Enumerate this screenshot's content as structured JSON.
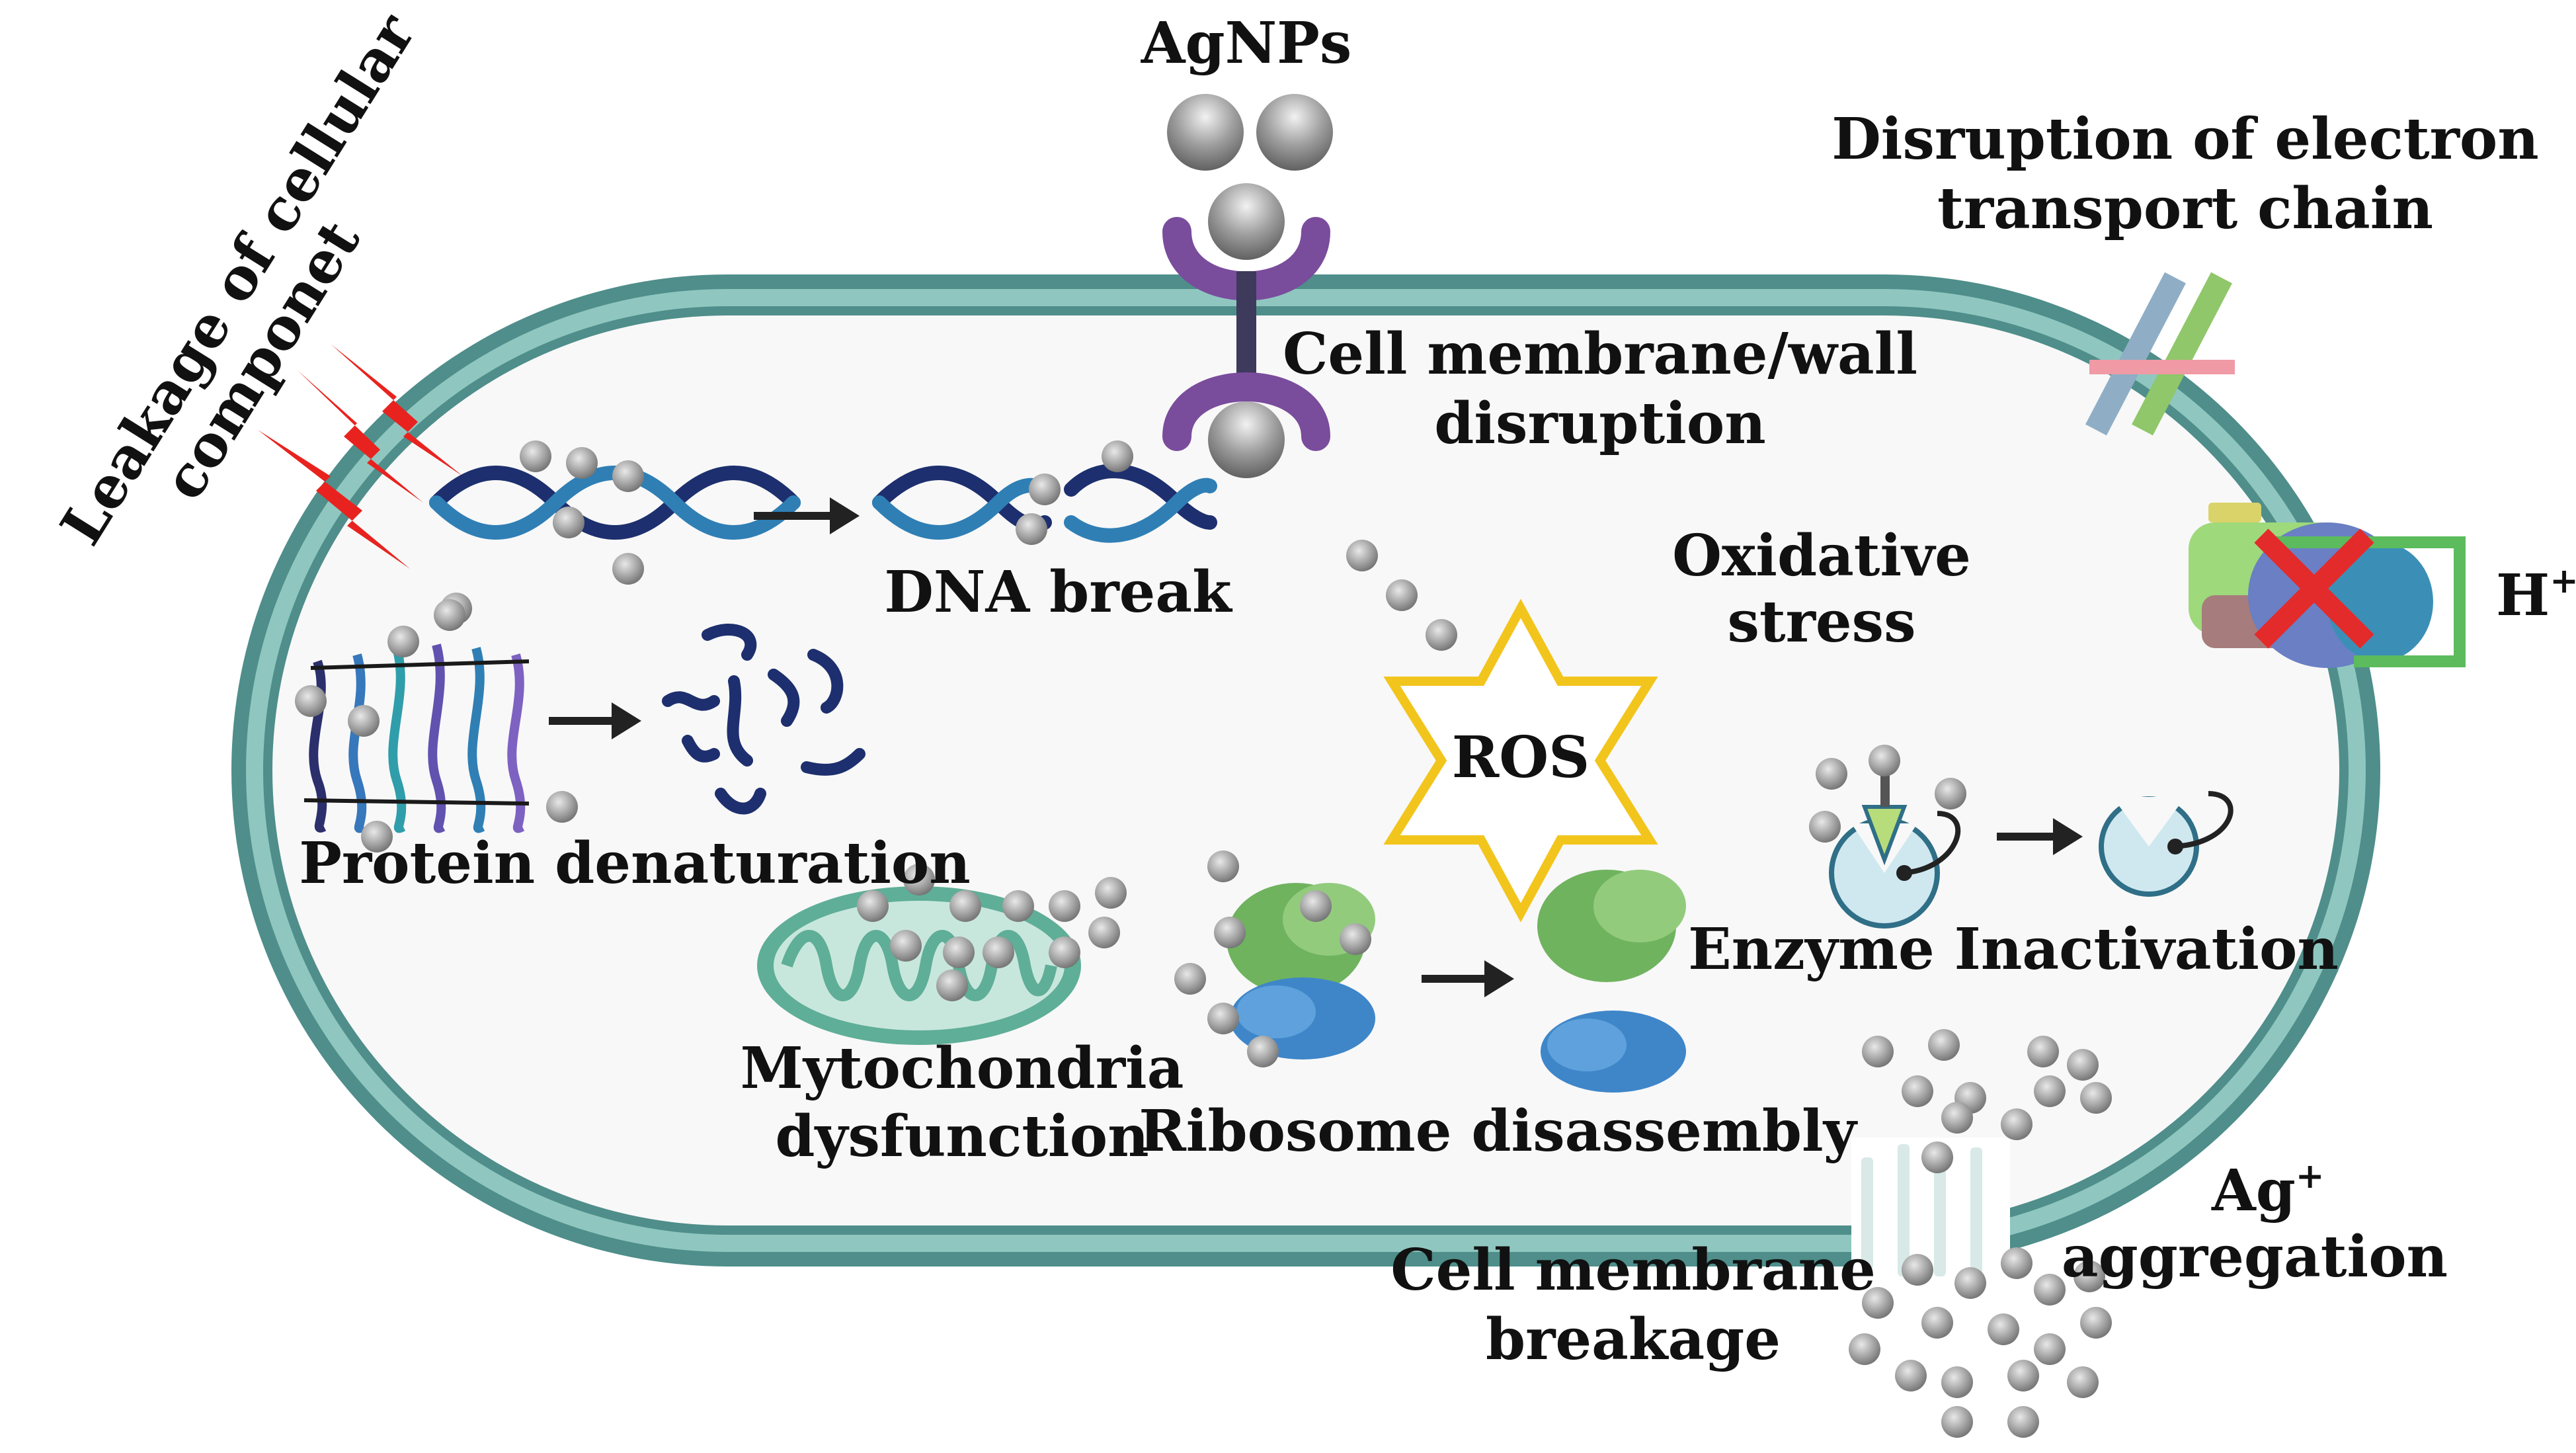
{
  "labels": {
    "agnps": "AgNPs",
    "leakage_line1": "Leakage of cellular",
    "leakage_line2": "componet",
    "dna_break": "DNA break",
    "membrane_disruption_line1": "Cell membrane/wall",
    "membrane_disruption_line2": "disruption",
    "etc_line1": "Disruption of electron",
    "etc_line2": "transport chain",
    "oxidative_line1": "Oxidative",
    "oxidative_line2": "stress",
    "ros": "ROS",
    "h_plus_base": "H",
    "h_plus_sup": "+",
    "protein_denaturation": "Protein denaturation",
    "enzyme_inactivation": "Enzyme Inactivation",
    "mito_line1": "Mytochondria",
    "mito_line2": "dysfunction",
    "ribosome": "Ribosome disassembly",
    "ag_base": "Ag",
    "ag_sup": "+",
    "aggregation": "aggregation",
    "breakage_line1": "Cell membrane",
    "breakage_line2": "breakage"
  },
  "colors": {
    "membrane": "#4f8e8a",
    "membrane_inner": "#8fc7c0",
    "cytoplasm": "#f7f7f7",
    "particle": "#9a9a9a",
    "dna_dark": "#1d2f6e",
    "dna_light": "#2f7fb5",
    "receptor": "#7a4c9c",
    "ros_star": "#f2c51d",
    "lightning": "#e8231f",
    "mito": "#5fae97",
    "ribosome_top": "#6fb35f",
    "ribosome_bottom": "#3f86c9",
    "enzyme": "#cfe8ef",
    "cross": "#e32b2b"
  },
  "icons": [
    "lightning-icon",
    "dna-helix-icon",
    "protein-icon",
    "denatured-protein-icon",
    "receptor-icon",
    "ros-star-icon",
    "mitochondria-icon",
    "ribosome-icon",
    "enzyme-icon",
    "atp-synthase-icon",
    "electron-transport-icon",
    "membrane-pore-icon"
  ]
}
